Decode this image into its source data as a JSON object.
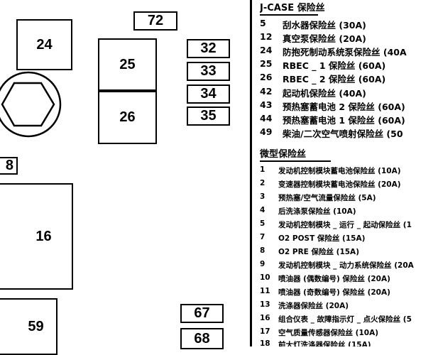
{
  "diagram": {
    "boxes": [
      {
        "id": "box-72",
        "label": "72"
      },
      {
        "id": "box-24",
        "label": "24"
      },
      {
        "id": "box-25",
        "label": "25"
      },
      {
        "id": "box-26",
        "label": "26"
      },
      {
        "id": "box-32",
        "label": "32"
      },
      {
        "id": "box-33",
        "label": "33"
      },
      {
        "id": "box-34",
        "label": "34"
      },
      {
        "id": "box-35",
        "label": "35"
      },
      {
        "id": "box-8",
        "label": "8"
      },
      {
        "id": "box-16",
        "label": "16"
      },
      {
        "id": "box-59",
        "label": "59"
      },
      {
        "id": "box-67",
        "label": "67"
      },
      {
        "id": "box-68",
        "label": "68"
      }
    ]
  },
  "legend": {
    "jcase_title": "J-CASE 保险丝",
    "jcase_items": [
      {
        "num": "5",
        "text": "刮水器保险丝 (30A)"
      },
      {
        "num": "12",
        "text": "真空泵保险丝 (20A)"
      },
      {
        "num": "24",
        "text": "防抱死制动系统泵保险丝 (40A"
      },
      {
        "num": "25",
        "text": "RBEC _ 1 保险丝 (60A)"
      },
      {
        "num": "26",
        "text": "RBEC _ 2 保险丝 (60A)"
      },
      {
        "num": "42",
        "text": "起动机保险丝 (40A)"
      },
      {
        "num": "43",
        "text": "预热塞蓄电池 2 保险丝 (60A)"
      },
      {
        "num": "44",
        "text": "预热塞蓄电池 1 保险丝 (60A)"
      },
      {
        "num": "49",
        "text": "柴油/二次空气喷射保险丝 (50"
      }
    ],
    "mini_title": "微型保险丝",
    "mini_items": [
      {
        "num": "1",
        "text": "发动机控制模块蓄电池保险丝 (10A)"
      },
      {
        "num": "2",
        "text": "变速器控制模块蓄电池保险丝 (20A)"
      },
      {
        "num": "3",
        "text": "预热塞/空气流量保险丝 (5A)"
      },
      {
        "num": "4",
        "text": "后洗涤泵保险丝 (10A)"
      },
      {
        "num": "5",
        "text": "发动机控制模块 _ 运行 _ 起动保险丝 (1"
      },
      {
        "num": "7",
        "text": "O2 POST 保险丝 (15A)"
      },
      {
        "num": "8",
        "text": "O2 PRE 保险丝 (15A)"
      },
      {
        "num": "9",
        "text": "发动机控制模块 _ 动力系统保险丝 (20A"
      },
      {
        "num": "10",
        "text": "喷油器 (偶数编号) 保险丝 (20A)"
      },
      {
        "num": "11",
        "text": "喷油器 (奇数编号) 保险丝 (20A)"
      },
      {
        "num": "13",
        "text": "洗涤器保险丝 (20A)"
      },
      {
        "num": "16",
        "text": "组合仪表 _ 故障指示灯 _ 点火保险丝 (5"
      },
      {
        "num": "17",
        "text": "空气质量传感器保险丝 (10A)"
      },
      {
        "num": "18",
        "text": "前大灯洗涤器保险丝 (15A)"
      }
    ]
  }
}
